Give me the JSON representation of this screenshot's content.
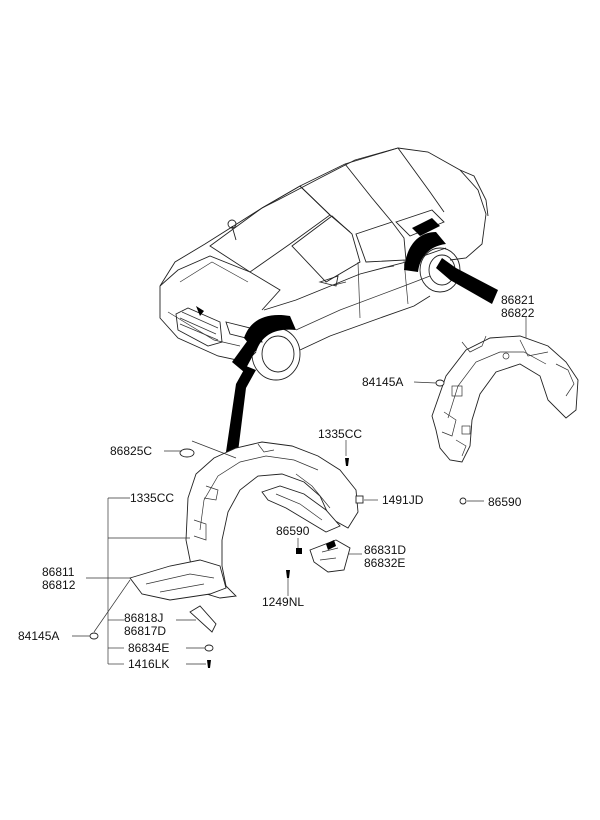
{
  "labels": {
    "rear_liner_a": "86821",
    "rear_liner_b": "86822",
    "rear_nut": "84145A",
    "rear_screw": "86590",
    "front_cap": "86825C",
    "front_clip_top": "1335CC",
    "front_clip_left": "1335CC",
    "front_bolt": "1491JD",
    "front_screw": "86590",
    "front_liner_a": "86811",
    "front_liner_b": "86812",
    "bracket_a": "86831D",
    "bracket_b": "86832E",
    "front_nut": "84145A",
    "flap_a": "86818J",
    "flap_b": "86817D",
    "seal": "86834E",
    "screw_lk": "1416LK",
    "screw_nl": "1249NL"
  }
}
